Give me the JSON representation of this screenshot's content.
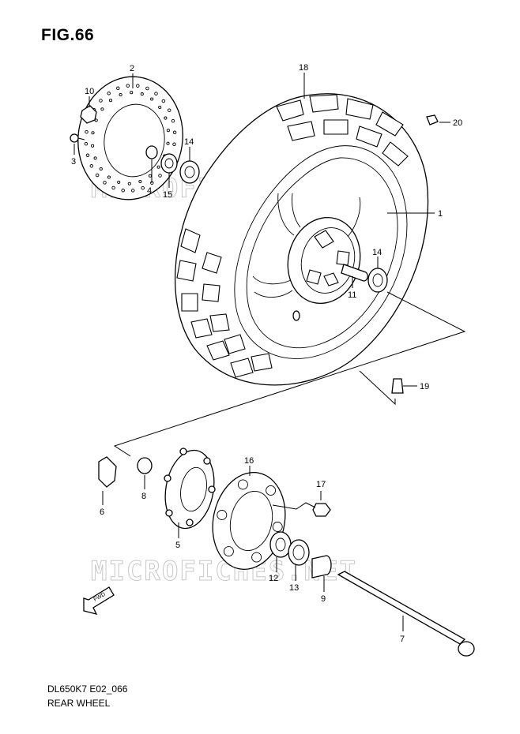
{
  "figure_title": "FIG.66",
  "footer": {
    "code": "DL650K7 E02_066",
    "name": "REAR WHEEL"
  },
  "watermark": "MICROFICHES.NET",
  "fwd_label": "FWD",
  "callouts": {
    "p1": "1",
    "p2": "2",
    "p3": "3",
    "p4": "4",
    "p5": "5",
    "p6": "6",
    "p7": "7",
    "p8": "8",
    "p9": "9",
    "p10": "10",
    "p11": "11",
    "p12": "12",
    "p13": "13",
    "p14a": "14",
    "p14b": "14",
    "p15": "15",
    "p16": "16",
    "p17": "17",
    "p18": "18",
    "p19": "19",
    "p20": "20"
  }
}
